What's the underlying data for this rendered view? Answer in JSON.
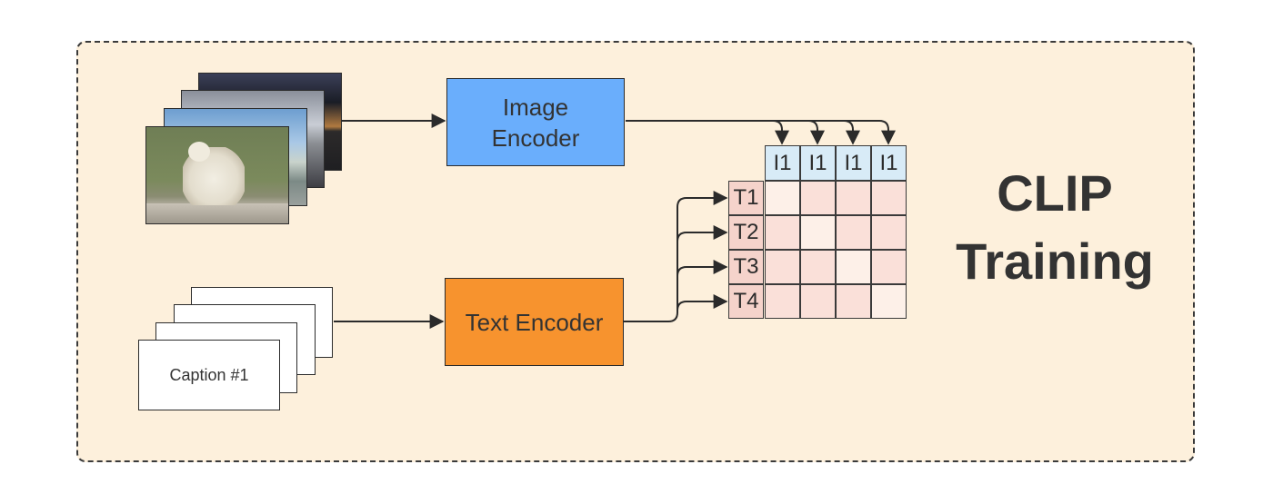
{
  "title": {
    "line1": "CLIP",
    "line2": "Training"
  },
  "image_encoder": {
    "line1": "Image",
    "line2": "Encoder"
  },
  "text_encoder": {
    "label": "Text Encoder"
  },
  "caption": {
    "label": "Caption #1"
  },
  "matrix": {
    "column_headers": [
      "I1",
      "I1",
      "I1",
      "I1"
    ],
    "row_headers": [
      "T1",
      "T2",
      "T3",
      "T4"
    ]
  },
  "colors": {
    "background_panel": "#fdf0dc",
    "image_encoder": "#6aaefc",
    "text_encoder": "#f7932e",
    "column_header": "#d8ebf7",
    "row_header": "#f5d3cb",
    "matrix_cell": "#fae0d9",
    "matrix_diagonal": "#fdf0e8"
  }
}
